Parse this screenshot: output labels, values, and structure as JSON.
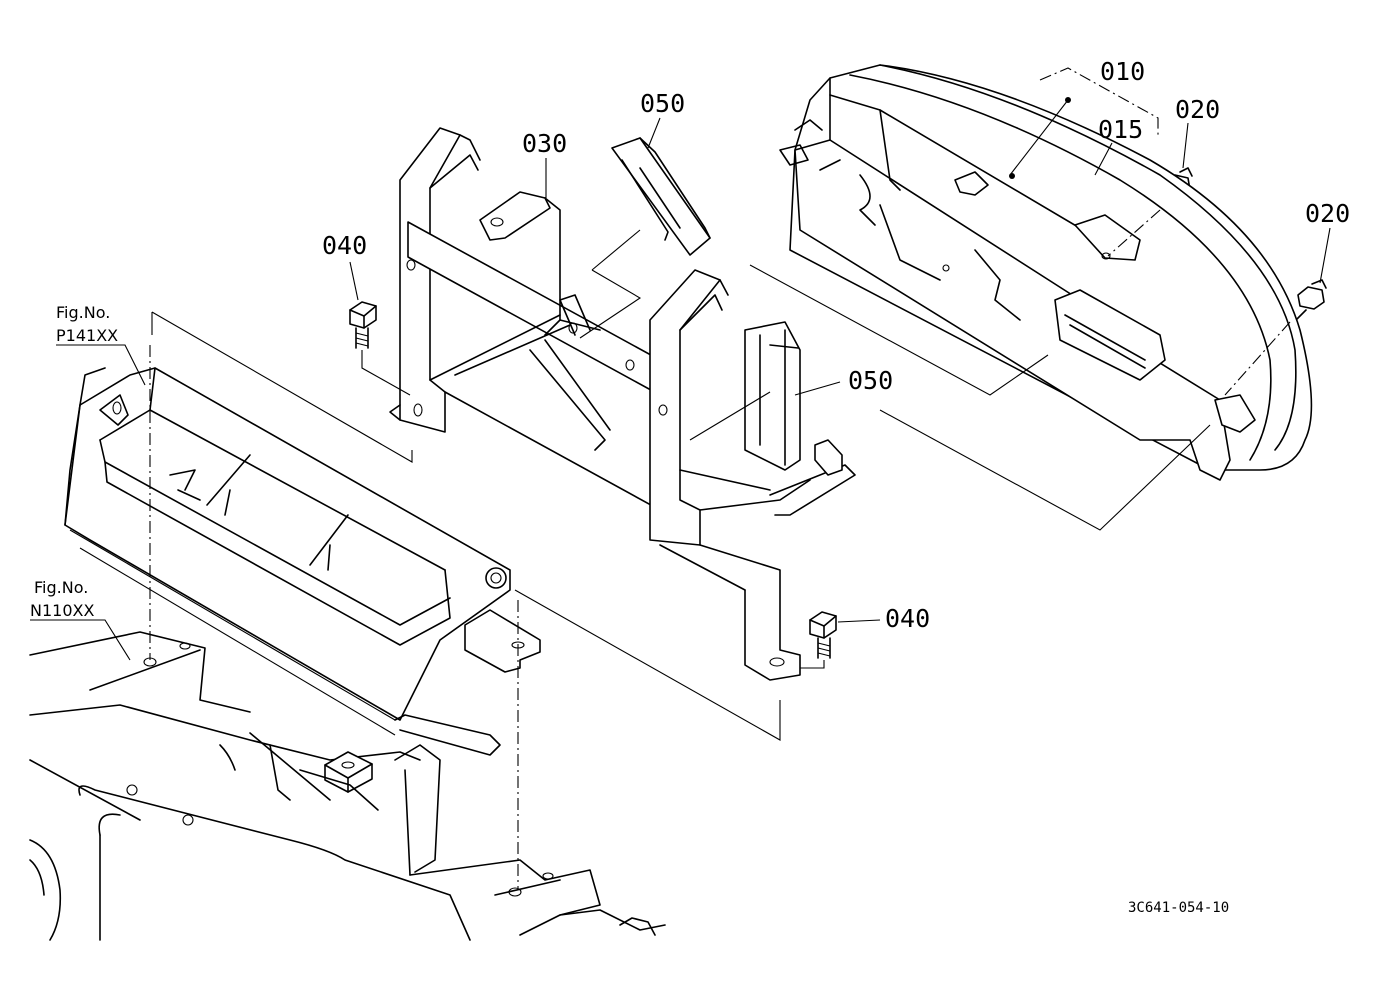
{
  "labels": {
    "p010": "010",
    "p015": "015",
    "p020a": "020",
    "p020b": "020",
    "p030": "030",
    "p040a": "040",
    "p040b": "040",
    "p050a": "050",
    "p050b": "050"
  },
  "figure_refs": {
    "ref1_title": "Fig.No.",
    "ref1_code": "P141XX",
    "ref2_title": "Fig.No.",
    "ref2_code": "N110XX"
  },
  "drawing_code": "3C641-054-10"
}
